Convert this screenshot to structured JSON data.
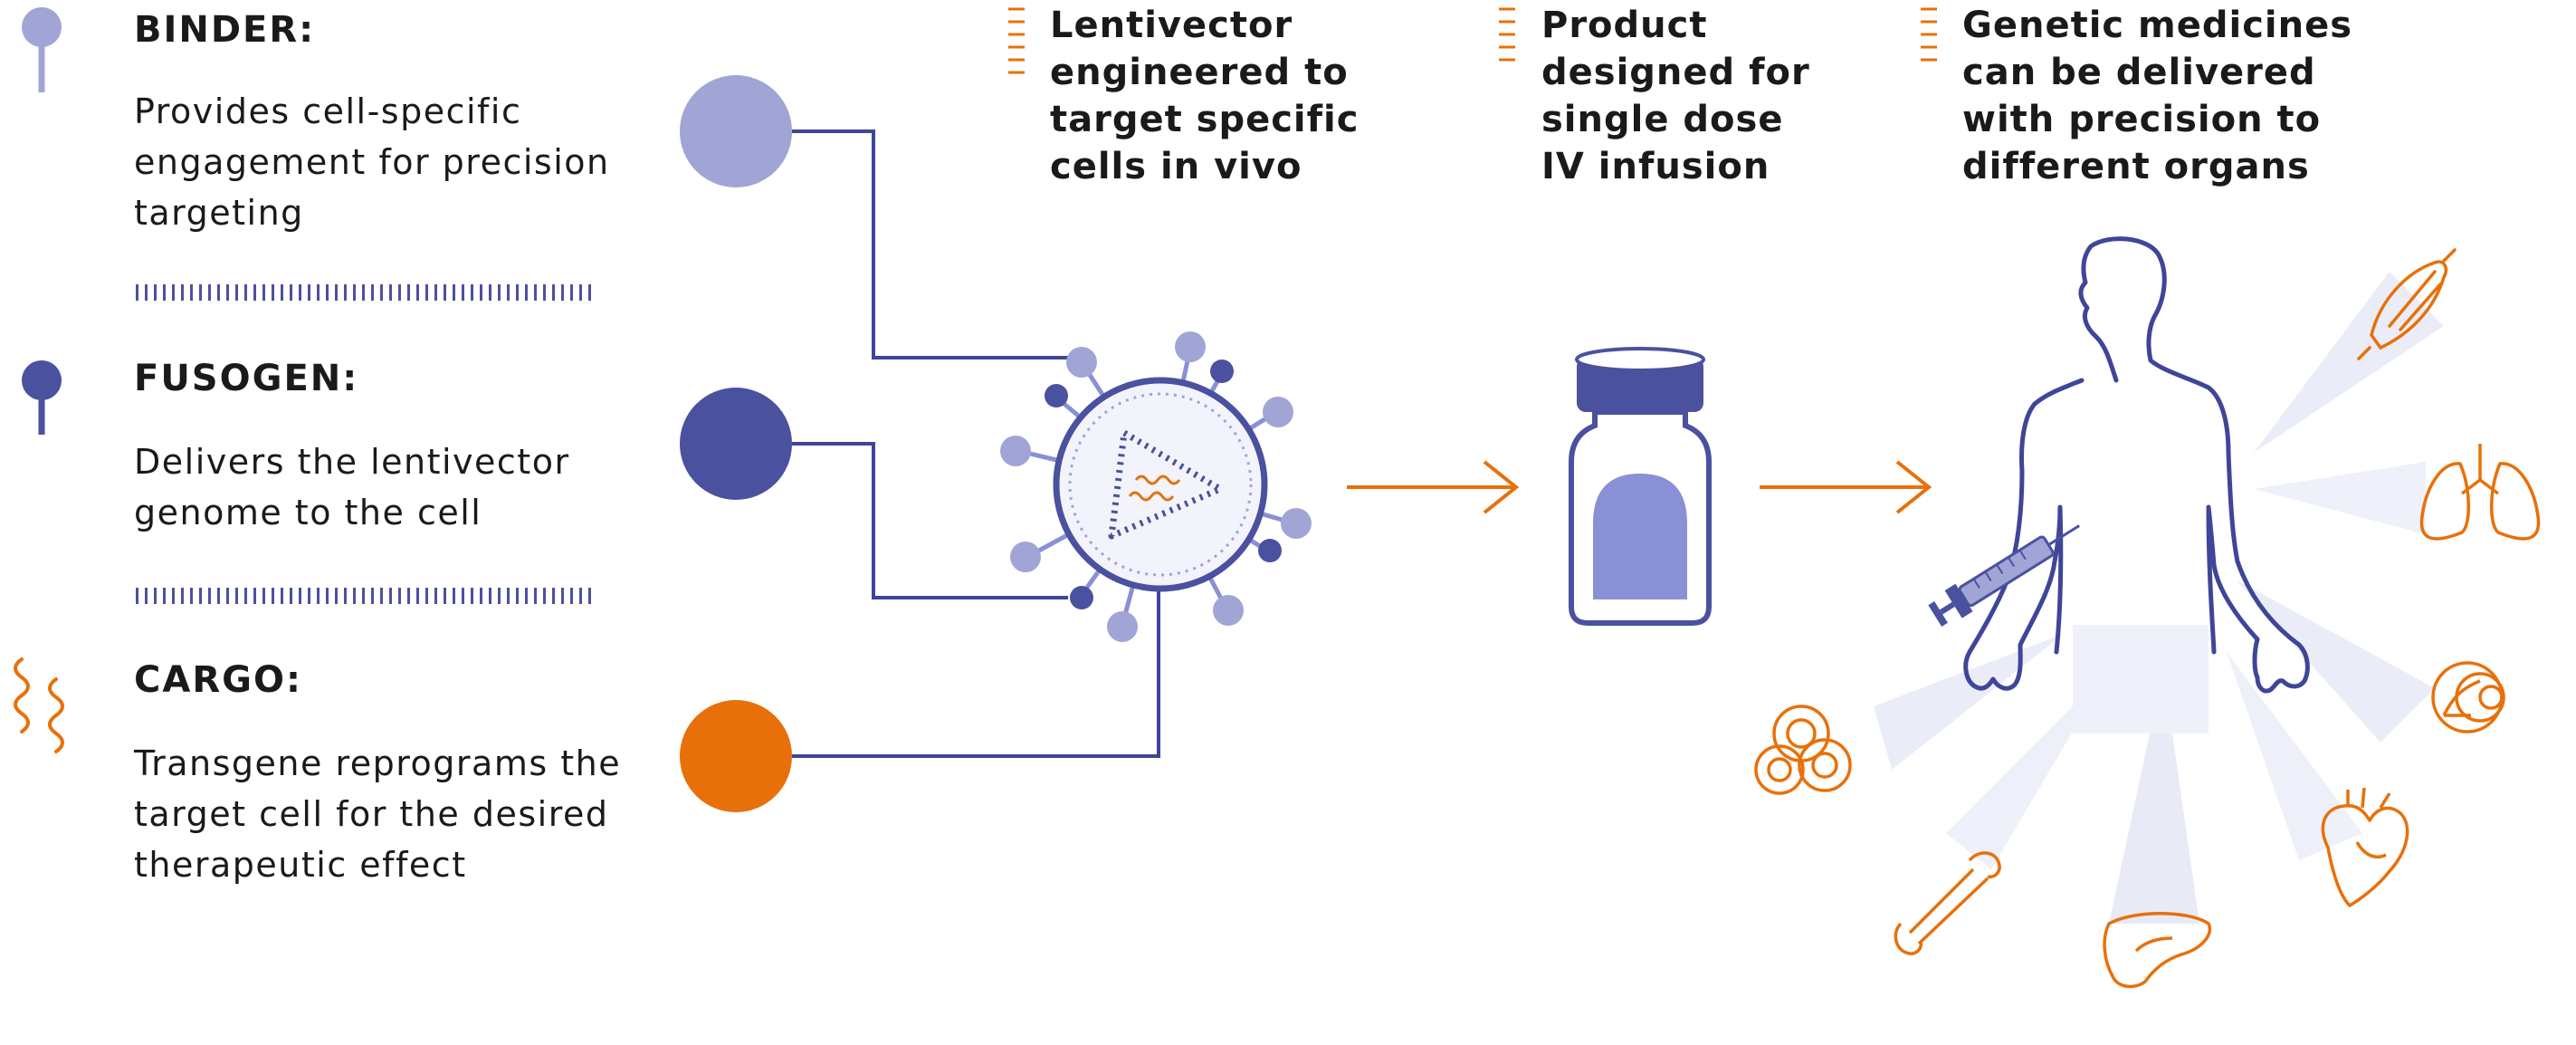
{
  "colors": {
    "binder": "#a0a5d6",
    "fusogen": "#4a519f",
    "cargo": "#e8700a",
    "line": "#3f4598",
    "ray": "#e6e8f6",
    "vial_fill": "#8a90d6"
  },
  "legend": [
    {
      "key": "binder",
      "title": "BINDER:",
      "desc": [
        "Provides cell-specific",
        "engagement for precision",
        "targeting"
      ],
      "icon": "binder-pin-icon"
    },
    {
      "key": "fusogen",
      "title": "FUSOGEN:",
      "desc": [
        "Delivers the lentivector",
        "genome to the cell"
      ],
      "icon": "fusogen-pin-icon"
    },
    {
      "key": "cargo",
      "title": "CARGO:",
      "desc": [
        "Transgene reprograms the",
        "target cell for the desired",
        "therapeutic effect"
      ],
      "icon": "cargo-rna-icon"
    }
  ],
  "steps": [
    {
      "lines": [
        "Lentivector",
        "engineered to",
        "target specific",
        "cells in vivo"
      ]
    },
    {
      "lines": [
        "Product",
        "designed for",
        "single dose",
        "IV infusion"
      ]
    },
    {
      "lines": [
        "Genetic medicines",
        "can be delivered",
        "with precision to",
        "different organs"
      ]
    }
  ],
  "organ_icons": [
    "muscle-icon",
    "lungs-icon",
    "eye-icon",
    "heart-icon",
    "liver-icon",
    "bone-icon",
    "blood-cells-icon"
  ],
  "other_icons": [
    "lentivector-particle-icon",
    "arrow-right-icon",
    "vial-icon",
    "human-body-icon",
    "syringe-icon"
  ]
}
